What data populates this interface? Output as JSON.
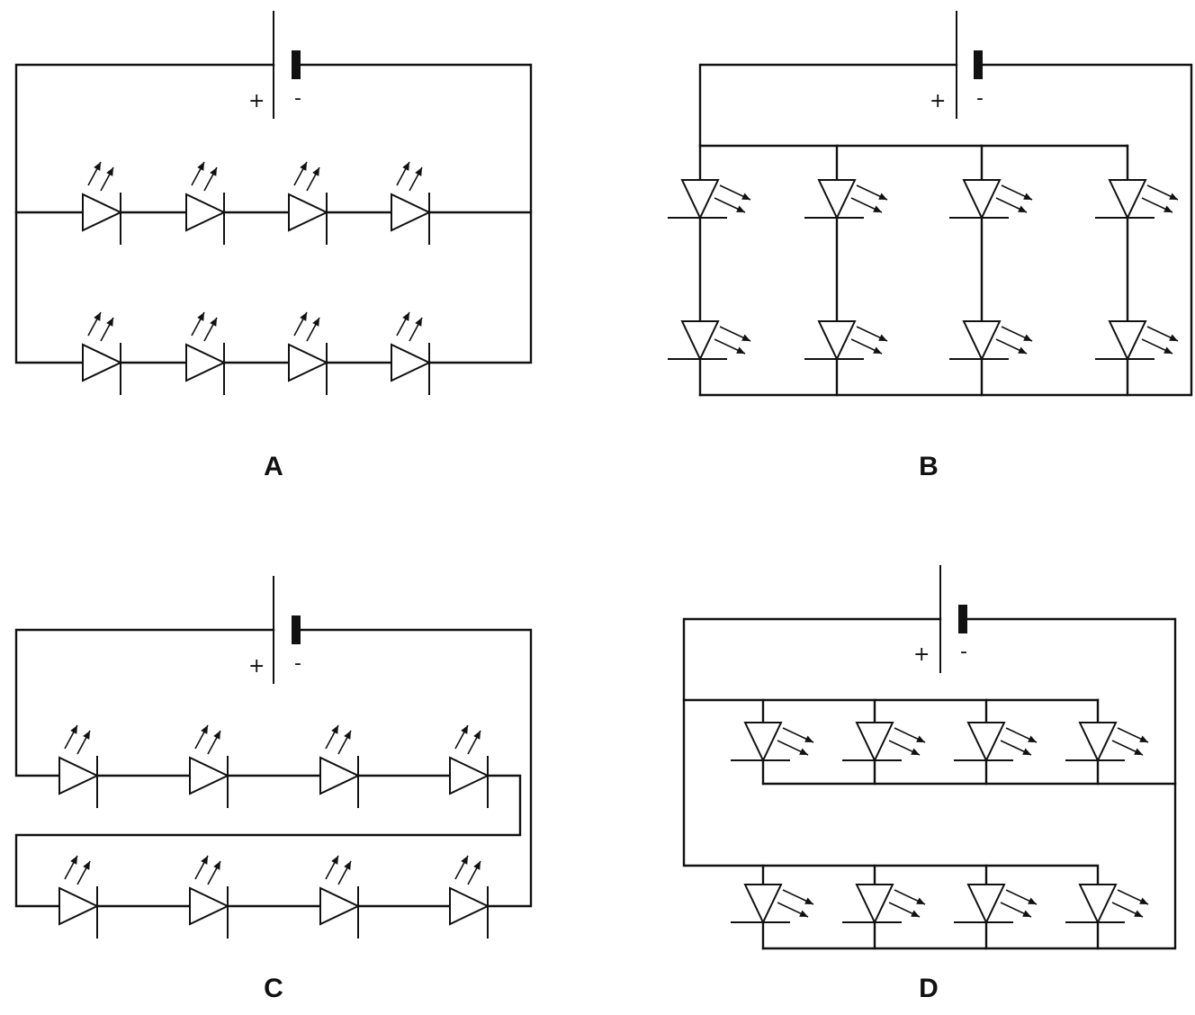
{
  "panels": [
    {
      "id": "A",
      "label": "A",
      "battery": {
        "plus": "+",
        "minus": "-"
      }
    },
    {
      "id": "B",
      "label": "B",
      "battery": {
        "plus": "+",
        "minus": "-"
      }
    },
    {
      "id": "C",
      "label": "C",
      "battery": {
        "plus": "+",
        "minus": "-"
      }
    },
    {
      "id": "D",
      "label": "D",
      "battery": {
        "plus": "+",
        "minus": "-"
      }
    }
  ],
  "colors": {
    "line": "#111111",
    "background": "#ffffff"
  }
}
